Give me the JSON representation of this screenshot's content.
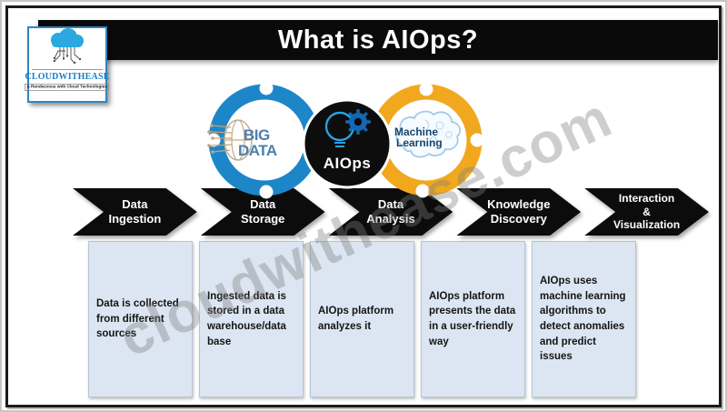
{
  "header": {
    "title": "What is AIOps?"
  },
  "logo": {
    "brand": "CLOUDWITHEASE",
    "tagline": "A Rendezvous with Cloud Technologies"
  },
  "venn": {
    "big_data_line1": "BIG",
    "big_data_line2": "DATA",
    "center_label": "AIOps",
    "ml_line1": "Machine",
    "ml_line2": "Learning"
  },
  "pipeline": {
    "steps": [
      {
        "label": "Data\nIngestion",
        "description": "Data is collected from different sources"
      },
      {
        "label": "Data\nStorage",
        "description": "Ingested data is stored in a data warehouse/data base"
      },
      {
        "label": "Data\nAnalysis",
        "description": "AIOps platform analyzes it"
      },
      {
        "label": "Knowledge\nDiscovery",
        "description": "AIOps platform presents the data in a user-friendly way"
      },
      {
        "label": "Interaction\n&\nVisualization",
        "description": "AIOps uses machine learning algorithms to detect anomalies and predict issues"
      }
    ]
  },
  "watermark": "cloudwithease.com",
  "icons": {
    "logo_cloud": "cloud-circuit-icon",
    "center": "bulb-gear-icon",
    "left_ring": "circuit-globe-icon",
    "right_ring": "brain-icon"
  },
  "colors": {
    "ring_blue": "#1d86c8",
    "ring_yellow": "#f1a81f",
    "banner_black": "#0a0a0a",
    "box_fill": "#dce6f2",
    "brand_blue": "#1d7fc4"
  }
}
